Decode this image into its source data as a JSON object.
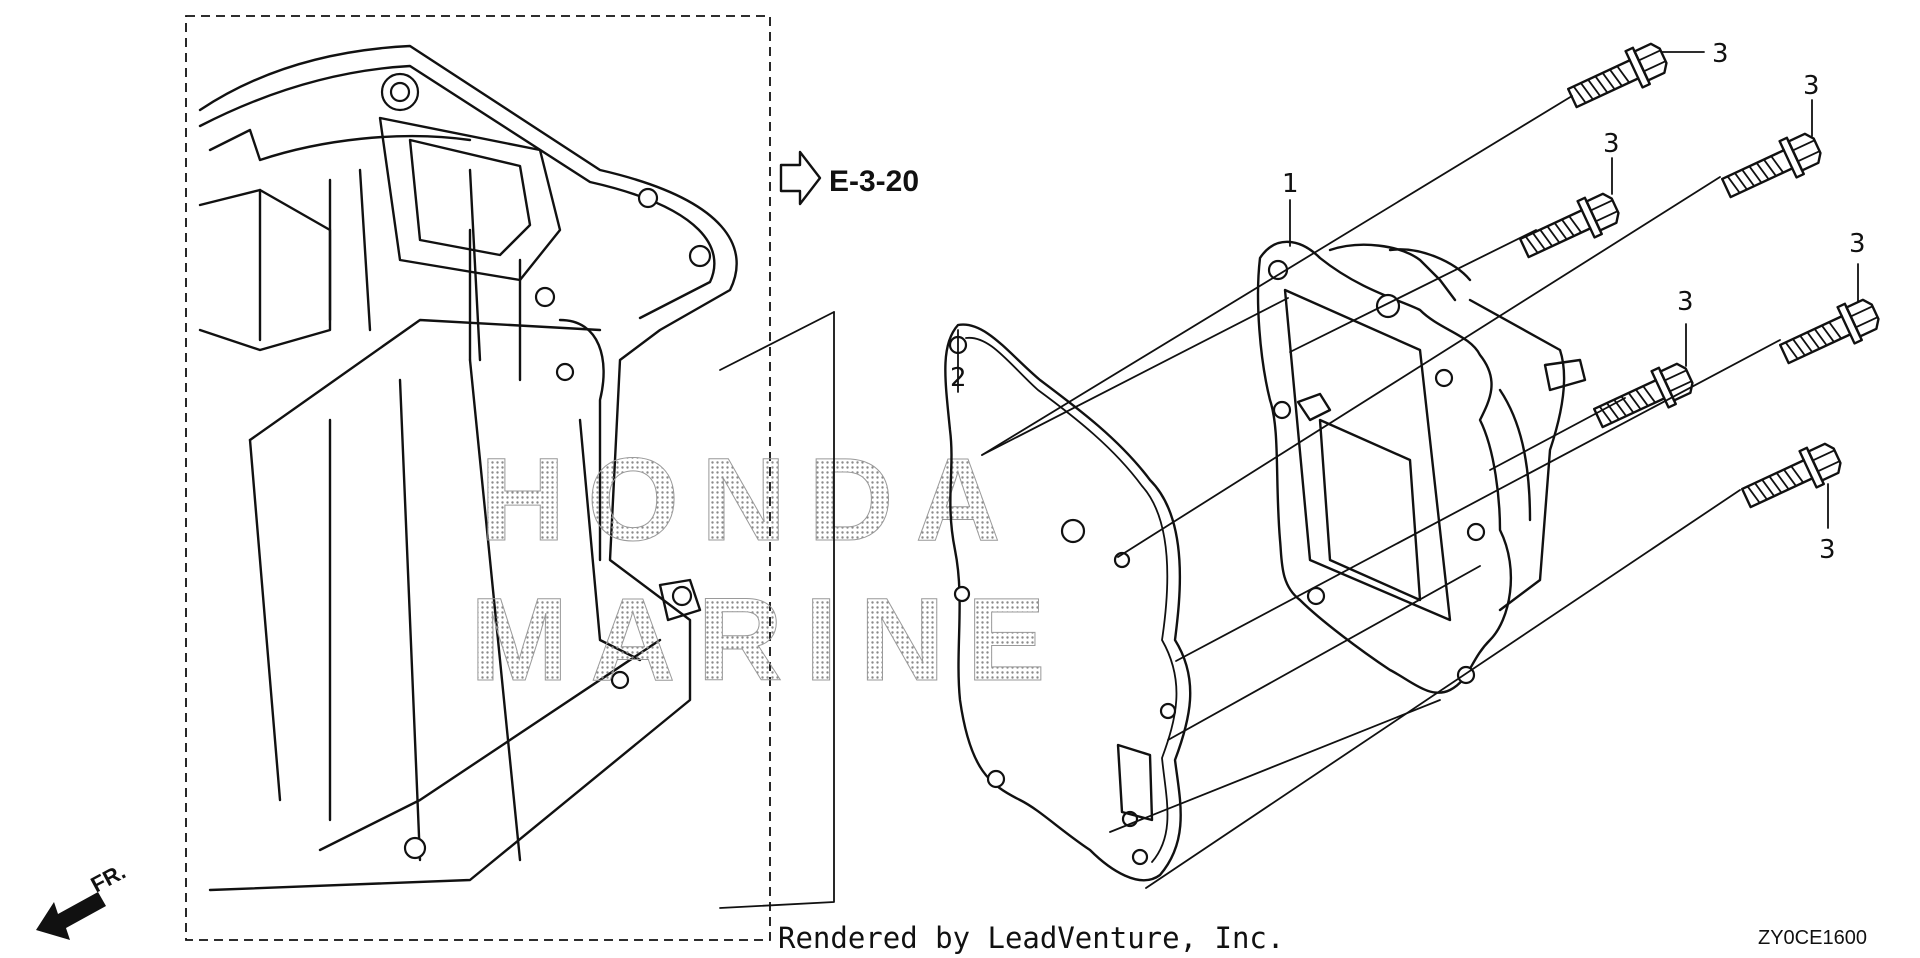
{
  "callouts": {
    "cover": "1",
    "gasket": "2",
    "bolt": "3"
  },
  "reference": {
    "text": "E-3-20"
  },
  "direction": {
    "text": "FR."
  },
  "watermark": {
    "line1": "HONDA",
    "line2": "MARINE",
    "color": "#9a9a9a"
  },
  "footer": {
    "credit": "Rendered by LeadVenture, Inc.",
    "code": "ZY0CE1600"
  },
  "colors": {
    "line": "#111111",
    "background": "#ffffff"
  }
}
